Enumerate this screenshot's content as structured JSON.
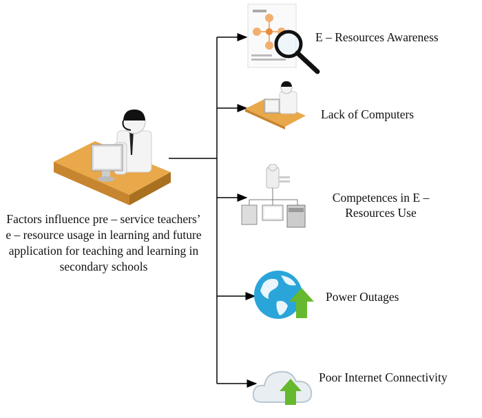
{
  "main": {
    "label": "Factors influence pre – service teachers’ e – resource usage in learning and future application for teaching and learning in secondary schools",
    "icon": "teacher-at-desk-icon"
  },
  "factors": [
    {
      "label": "E – Resources Awareness",
      "icon": "document-magnifier-icon"
    },
    {
      "label": "Lack of Computers",
      "icon": "person-at-computer-icon"
    },
    {
      "label": "Competences in E – Resources Use",
      "icon": "network-devices-icon"
    },
    {
      "label": "Power Outages",
      "icon": "globe-upload-icon"
    },
    {
      "label": "Poor Internet Connectivity",
      "icon": "cloud-upload-icon"
    }
  ],
  "colors": {
    "desk": "#e9a84a",
    "desk_edge": "#b97a2a",
    "globe": "#2aa5d9",
    "arrow_green": "#66b82e",
    "cloud": "#e8eef2",
    "doc_node": "#f2b070"
  }
}
